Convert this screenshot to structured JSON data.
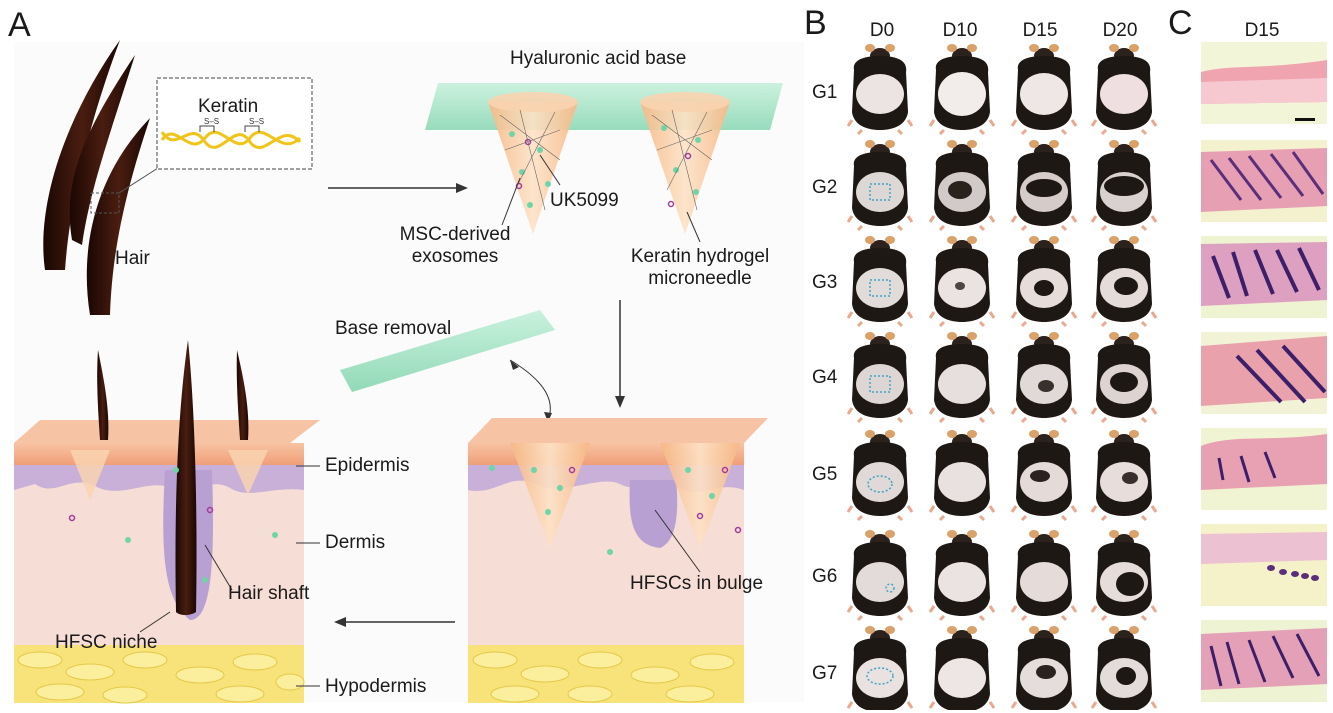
{
  "panels": {
    "a": "A",
    "b": "B",
    "c": "C"
  },
  "panelA": {
    "keratin_label": "Keratin",
    "hair_label": "Hair",
    "ha_base_label": "Hyaluronic acid base",
    "msc_label_line1": "MSC-derived",
    "msc_label_line2": "exosomes",
    "uk_label": "UK5099",
    "microneedle_line1": "Keratin hydrogel",
    "microneedle_line2": "microneedle",
    "base_removal_label": "Base removal",
    "epidermis_label": "Epidermis",
    "dermis_label": "Dermis",
    "hair_shaft_label": "Hair shaft",
    "hfsc_niche_label": "HFSC niche",
    "hypodermis_label": "Hypodermis",
    "hfscs_bulge_label": "HFSCs in bulge",
    "colors": {
      "hair": "#2a0f08",
      "skin_top": "#f4b08c",
      "epidermis": "#c9b0d8",
      "dermis": "#f6ddd5",
      "hypodermis": "#f7e37a",
      "needle": "#f8c89a",
      "base": "#9fe0c2"
    }
  },
  "panelB": {
    "columns": [
      "D0",
      "D10",
      "D15",
      "D20"
    ],
    "rows": [
      "G1",
      "G2",
      "G3",
      "G4",
      "G5",
      "G6",
      "G7"
    ]
  },
  "panelC": {
    "column": "D15"
  }
}
